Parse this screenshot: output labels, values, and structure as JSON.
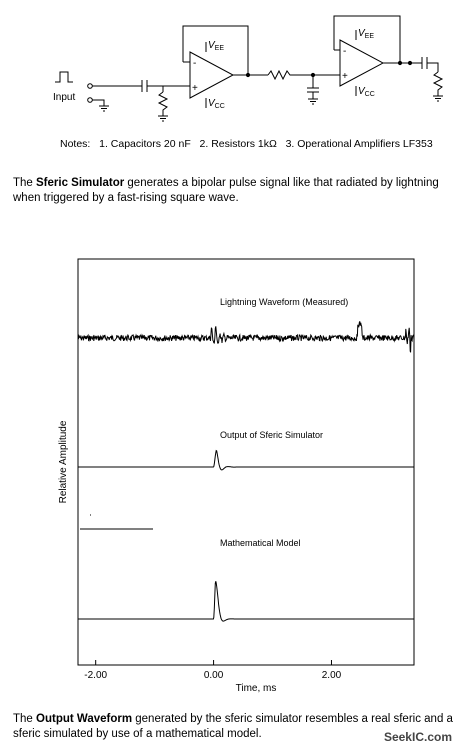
{
  "circuit": {
    "input_label": "Input",
    "vee_label": "V",
    "vee_sub": "EE",
    "vcc_label": "V",
    "vcc_sub": "CC",
    "minus_sign": "-",
    "plus_sign": "+"
  },
  "notes": {
    "prefix": "Notes:",
    "items": [
      "1. Capacitors 20 nF",
      "2. Resistors 1kΩ",
      "3. Operational Amplifiers LF353"
    ]
  },
  "caption1": {
    "pre": "The ",
    "bold": "Sferic Simulator",
    "post": " generates a bipolar pulse signal like that radiated by lightning when triggered by a fast-rising square wave."
  },
  "chart_data": {
    "type": "line",
    "xlabel": "Time, ms",
    "ylabel": "Relative Amplitude",
    "x_ticks": [
      "-2.00",
      "0.00",
      "2.00"
    ],
    "x_tick_values": [
      -2.0,
      0.0,
      2.0
    ],
    "xlim": [
      -2.3,
      3.4
    ],
    "series": [
      {
        "name": "Lightning Waveform (Measured)"
      },
      {
        "name": "Output of Sferic Simulator"
      },
      {
        "name": "Mathematical Model"
      }
    ]
  },
  "caption2": {
    "pre": "The ",
    "bold": "Output Waveform",
    "post": " generated by the sferic simulator resembles a real sferic and a sferic simulated by use of a mathematical model."
  },
  "watermark": "SeekIC.com"
}
